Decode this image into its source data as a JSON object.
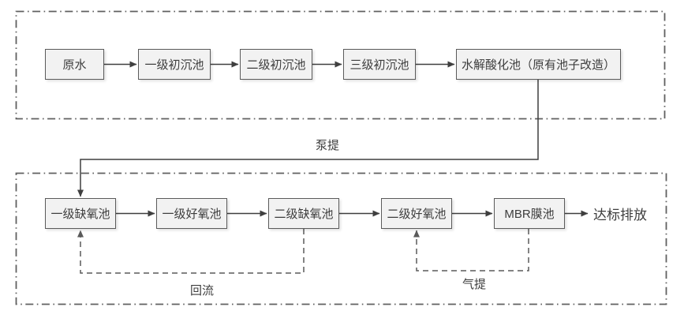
{
  "diagram": {
    "top_section": {
      "boxes": [
        "原水",
        "一级初沉池",
        "二级初沉池",
        "三级初沉池",
        "水解酸化池（原有池子改造）"
      ]
    },
    "bottom_section": {
      "boxes": [
        "一级缺氧池",
        "一级好氧池",
        "二级缺氧池",
        "二级好氧池",
        "MBR膜池"
      ],
      "outlet_label": "达标排放"
    },
    "flow_labels": {
      "pump": "泵提",
      "reflux": "回流",
      "air_lift": "气提"
    },
    "colors": {
      "background": "#ffffff",
      "box_fill": "#f2f2f2",
      "box_border": "#5b5b5b",
      "line": "#3f3f3f",
      "dashed_line": "#5a5a5a",
      "text": "#3d3d3d"
    }
  }
}
